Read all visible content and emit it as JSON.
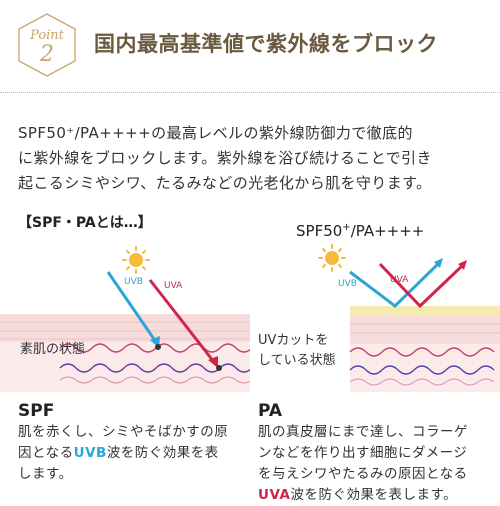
{
  "badge": {
    "script": "Point",
    "number": "2"
  },
  "heading": "国内最高基準値で紫外線をブロック",
  "intro": [
    "SPF50⁺/PA++++の最高レベルの紫外線防御力で徹底的",
    "に紫外線をブロックします。紫外線を浴び続けることで引き",
    "起こるシミやシワ、たるみなどの光老化から肌を守ります。"
  ],
  "section_label": "【SPF・PAとは…】",
  "right_title": {
    "main": "SPF50",
    "sup": "+",
    "rest": "/PA++++"
  },
  "left_diagram": {
    "uvb": "UVB",
    "uva": "UVA",
    "caption": "素肌の状態"
  },
  "right_diagram": {
    "uvb": "UVB",
    "uva": "UVA",
    "caption": [
      "UVカットを",
      "している状態"
    ]
  },
  "spf": {
    "title": "SPF",
    "lines": [
      "肌を赤くし、シミやそばかすの原",
      "因となる",
      "UVB",
      "波を防ぐ効果を表",
      "します。"
    ]
  },
  "pa": {
    "title": "PA",
    "lines": [
      "肌の真皮層にまで達し、コラーゲ",
      "ンなどを作り出す細胞にダメージ",
      "を与えシワやたるみの原因となる",
      "UVA",
      "波を防ぐ効果を表します。"
    ]
  },
  "colors": {
    "uvb": "#2aa7d6",
    "uva": "#d0244a",
    "gold": "#c9a46a",
    "skin": "#f6d6d6"
  }
}
